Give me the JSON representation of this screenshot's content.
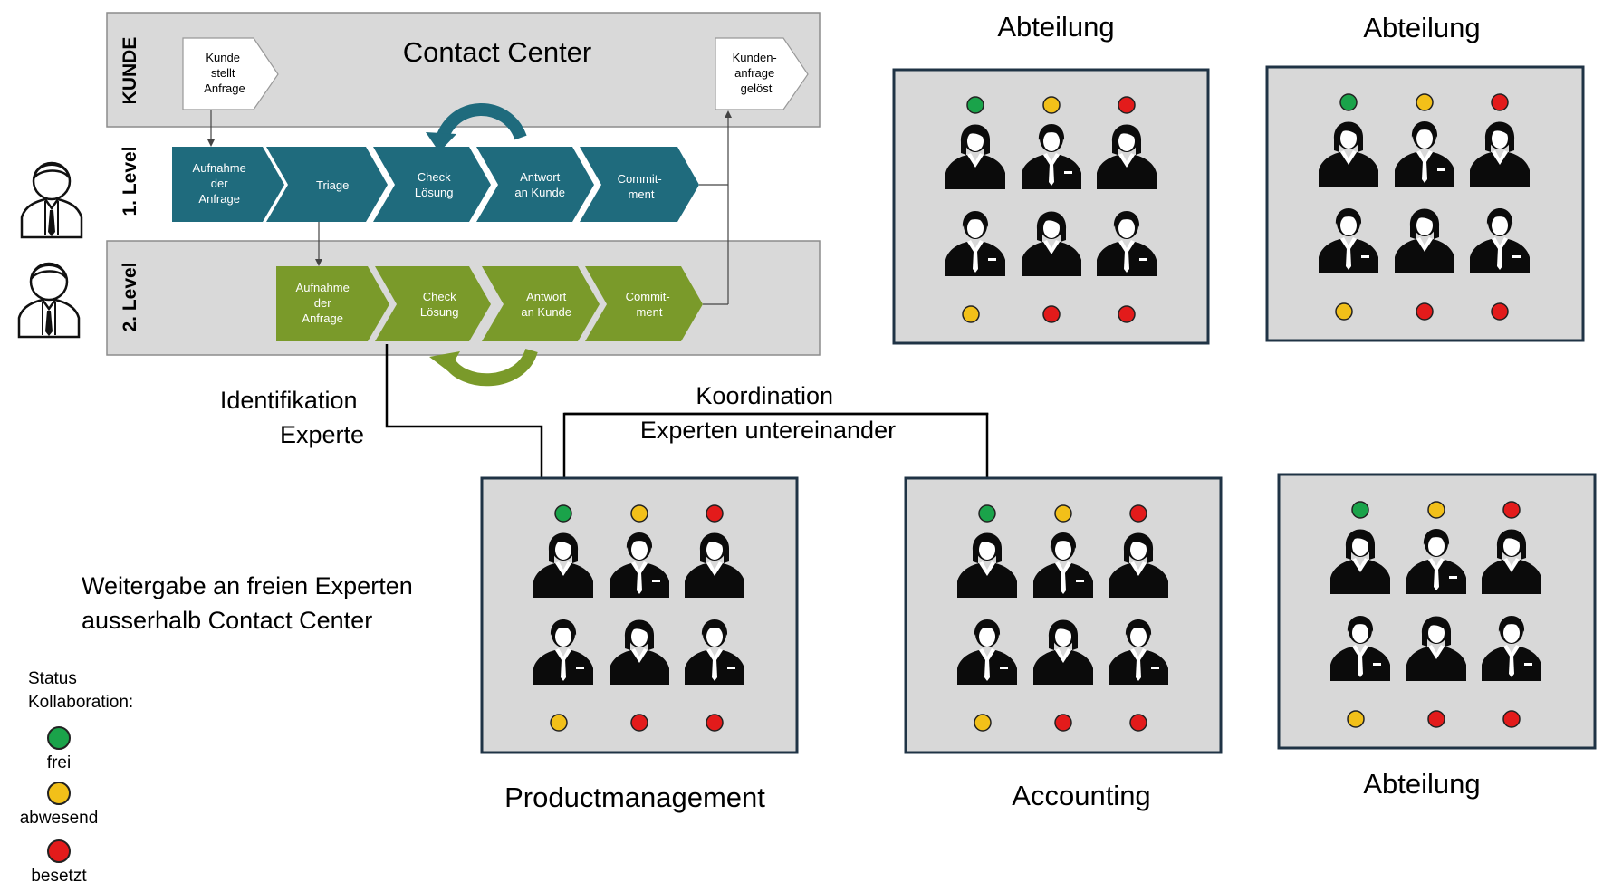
{
  "swimlane": {
    "kunde_label": "KUNDE",
    "level1_label": "1. Level",
    "level2_label": "2. Level",
    "title": "Contact Center",
    "start_box": [
      "Kunde",
      "stellt",
      "Anfrage"
    ],
    "end_box": [
      "Kunden-",
      "anfrage",
      "gelöst"
    ],
    "level1_steps": [
      [
        "Aufnahme",
        "der",
        "Anfrage"
      ],
      [
        "Triage"
      ],
      [
        "Check",
        "Lösung"
      ],
      [
        "Antwort",
        "an Kunde"
      ],
      [
        "Commit-",
        "ment"
      ]
    ],
    "level2_steps": [
      [
        "Aufnahme",
        "der",
        "Anfrage"
      ],
      [
        "Check",
        "Lösung"
      ],
      [
        "Antwort",
        "an Kunde"
      ],
      [
        "Commit-",
        "ment"
      ]
    ]
  },
  "labels": {
    "identifikation": [
      "Identifikation",
      "Experte"
    ],
    "koordination": [
      "Koordination",
      "Experten untereinander"
    ],
    "weitergabe": [
      "Weitergabe an freien Experten",
      "ausserhalb Contact Center"
    ]
  },
  "departments": [
    {
      "name": "Abteilung",
      "top_dots": [
        "green",
        "yellow",
        "red"
      ],
      "bottom_dots": [
        "yellow",
        "red",
        "red"
      ]
    },
    {
      "name": "Abteilung",
      "top_dots": [
        "green",
        "yellow",
        "red"
      ],
      "bottom_dots": [
        "yellow",
        "red",
        "red"
      ]
    },
    {
      "name": "Productmanagement",
      "top_dots": [
        "green",
        "yellow",
        "red"
      ],
      "bottom_dots": [
        "yellow",
        "red",
        "red"
      ]
    },
    {
      "name": "Accounting",
      "top_dots": [
        "green",
        "yellow",
        "red"
      ],
      "bottom_dots": [
        "yellow",
        "red",
        "red"
      ]
    },
    {
      "name": "Abteilung",
      "top_dots": [
        "green",
        "yellow",
        "red"
      ],
      "bottom_dots": [
        "yellow",
        "red",
        "red"
      ]
    }
  ],
  "legend": {
    "title": [
      "Status",
      "Kollaboration:"
    ],
    "items": [
      {
        "key": "green",
        "label": "frei"
      },
      {
        "key": "yellow",
        "label": "abwesend"
      },
      {
        "key": "red",
        "label": "besetzt"
      }
    ]
  },
  "colors": {
    "green": "#1aa34a",
    "yellow": "#f2c019",
    "red": "#e31b1b",
    "level1": "#1f6b7d",
    "level2": "#7a9a2a",
    "lane_bg": "#d9d9d9",
    "dept_bg": "#d8d8d8",
    "dept_border": "#1f3345"
  }
}
